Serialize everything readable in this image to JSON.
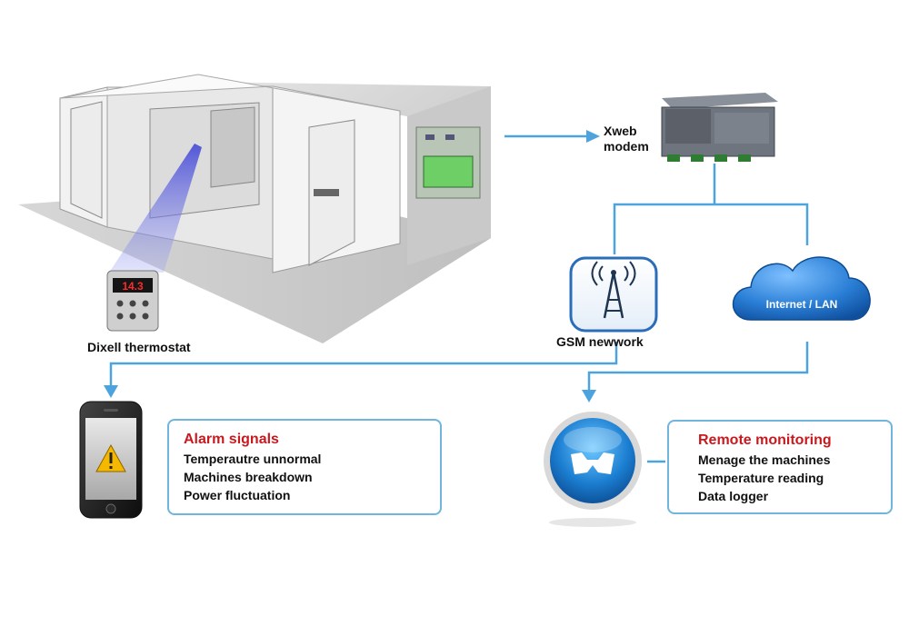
{
  "labels": {
    "modem": [
      "Xweb",
      "modem"
    ],
    "thermostat": "Dixell thermostat",
    "thermostat_display": "14.3",
    "gsm": "GSM newwork",
    "cloud": "Internet / LAN"
  },
  "alarm_box": {
    "title": "Alarm signals",
    "items": [
      "Temperautre unnormal",
      "Machines breakdown",
      "Power fluctuation"
    ]
  },
  "remote_box": {
    "title": "Remote monitoring",
    "items": [
      "Menage the machines",
      "Temperature reading",
      "Data logger"
    ]
  },
  "colors": {
    "connector": "#4ca3dd",
    "title_red": "#c8191e",
    "box_border": "#6fb5de",
    "cloud_blue": "#1f6fc4"
  }
}
